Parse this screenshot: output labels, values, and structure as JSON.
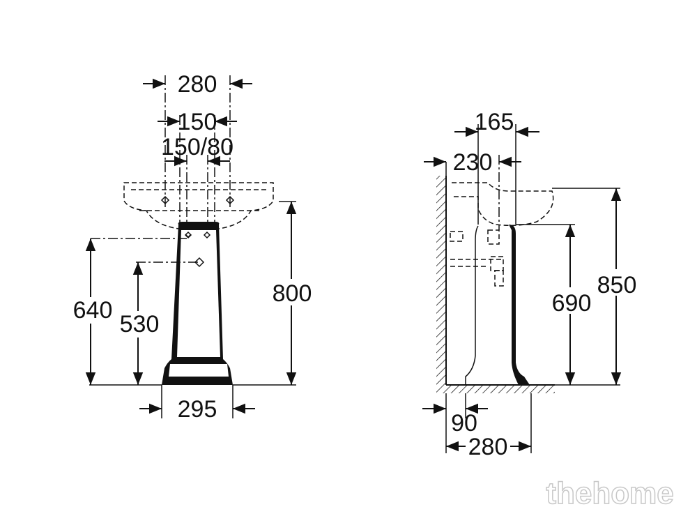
{
  "front_view": {
    "dims": {
      "overall_hole_span": "280",
      "tap_hole_spacing": "150",
      "waste_spacing": "150/80",
      "height_waste_pipe": "640",
      "height_water_inlet": "530",
      "overall_height": "800",
      "pedestal_width": "295"
    }
  },
  "side_view": {
    "dims": {
      "projection_165": "165",
      "projection_230": "230",
      "height_690": "690",
      "height_850": "850",
      "base_offset": "90",
      "base_depth": "280"
    }
  },
  "watermark": "thehome",
  "colors": {
    "ink": "#111111",
    "background": "#ffffff"
  }
}
